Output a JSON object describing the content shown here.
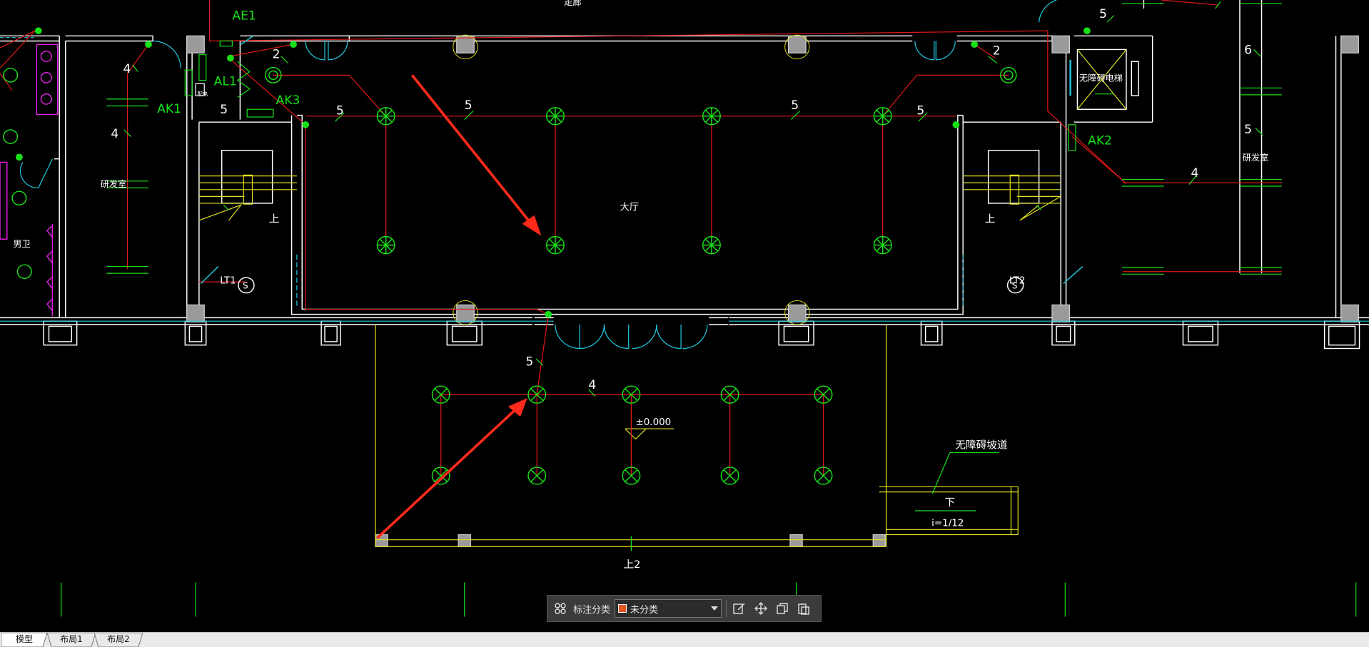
{
  "drawing": {
    "labels": {
      "ae1": "AE1",
      "al1": "AL1",
      "ak1": "AK1",
      "ak2": "AK2",
      "ak3": "AK3",
      "lt1": "LT1",
      "lt2": "LT2",
      "lobby": "大厅",
      "research_left": "研发室",
      "research_right": "研发室",
      "mens_restroom": "男卫",
      "elevator": "无障碍电梯",
      "ramp": "无障碍坡道",
      "ramp_slope": "i=1/12",
      "down": "下",
      "up_left": "上",
      "up_right": "上",
      "up_bottom": "上2",
      "elevation": "±0.000",
      "top_text": "走廊",
      "switch_s": "S",
      "side_panel": "配电",
      "n2": "2",
      "n4": "4",
      "n5": "5",
      "n6": "6"
    }
  },
  "toolbar": {
    "label": "标注分类",
    "selected": "未分类",
    "icons": [
      "grid-icon",
      "edit-icon",
      "move-icon",
      "copy-icon",
      "paste-icon"
    ]
  },
  "tabs": [
    {
      "label": "模型",
      "active": true
    },
    {
      "label": "布局1",
      "active": false
    },
    {
      "label": "布局2",
      "active": false
    }
  ],
  "colors": {
    "wall": "#ffffff",
    "wire": "#e01818",
    "fixture": "#18e018",
    "door": "#20c8e0",
    "annotation_arrow": "#ff2a1a",
    "outline": "#e0e020",
    "magenta": "#e020e0"
  }
}
